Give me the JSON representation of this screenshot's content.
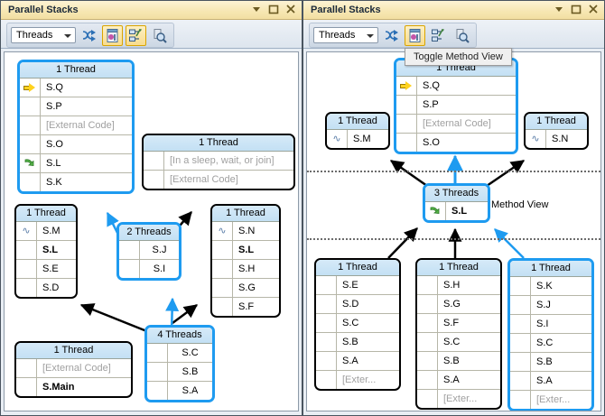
{
  "window_left": {
    "title": "Parallel Stacks",
    "title_buttons": [
      "dropdown-icon",
      "maximize-icon",
      "close-icon"
    ],
    "toolbar": {
      "combo_value": "Threads",
      "buttons": [
        {
          "name": "show-threads-in-source-icon",
          "active": false
        },
        {
          "name": "toggle-method-view-icon",
          "active": true
        },
        {
          "name": "auto-scroll-to-active-frame-icon",
          "active": true
        },
        {
          "name": "zoom-icon",
          "active": false
        }
      ]
    },
    "boxes": [
      {
        "header": "1 Thread",
        "rows": [
          {
            "icon": "yellow-arrow-icon",
            "text": "S.Q",
            "style": "normal"
          },
          {
            "icon": "",
            "text": "S.P",
            "style": "normal"
          },
          {
            "icon": "",
            "text": "[External Code]",
            "style": "external"
          },
          {
            "icon": "",
            "text": "S.O",
            "style": "normal"
          },
          {
            "icon": "green-arrow-icon",
            "text": "S.L",
            "style": "normal"
          },
          {
            "icon": "",
            "text": "S.K",
            "style": "normal"
          }
        ]
      },
      {
        "header": "1 Thread",
        "rows": [
          {
            "icon": "",
            "text": "[In a sleep, wait, or join]",
            "style": "external"
          },
          {
            "icon": "",
            "text": "[External Code]",
            "style": "external"
          }
        ]
      },
      {
        "header": "1 Thread",
        "rows": [
          {
            "icon": "wave-icon",
            "text": "S.M",
            "style": "normal"
          },
          {
            "icon": "",
            "text": "S.L",
            "style": "bold"
          },
          {
            "icon": "",
            "text": "S.E",
            "style": "normal"
          },
          {
            "icon": "",
            "text": "S.D",
            "style": "normal"
          }
        ]
      },
      {
        "header": "2 Threads",
        "rows": [
          {
            "icon": "",
            "text": "S.J",
            "style": "center"
          },
          {
            "icon": "",
            "text": "S.I",
            "style": "center"
          }
        ]
      },
      {
        "header": "1 Thread",
        "rows": [
          {
            "icon": "wave-icon",
            "text": "S.N",
            "style": "normal"
          },
          {
            "icon": "",
            "text": "S.L",
            "style": "bold"
          },
          {
            "icon": "",
            "text": "S.H",
            "style": "normal"
          },
          {
            "icon": "",
            "text": "S.G",
            "style": "normal"
          },
          {
            "icon": "",
            "text": "S.F",
            "style": "normal"
          }
        ]
      },
      {
        "header": "1 Thread",
        "rows": [
          {
            "icon": "",
            "text": "[External Code]",
            "style": "external"
          },
          {
            "icon": "",
            "text": "S.Main",
            "style": "bold"
          }
        ]
      },
      {
        "header": "4 Threads",
        "rows": [
          {
            "icon": "",
            "text": "S.C",
            "style": "center"
          },
          {
            "icon": "",
            "text": "S.B",
            "style": "center"
          },
          {
            "icon": "",
            "text": "S.A",
            "style": "center"
          }
        ]
      }
    ]
  },
  "window_right": {
    "title": "Parallel Stacks",
    "title_buttons": [
      "dropdown-icon",
      "maximize-icon",
      "close-icon"
    ],
    "toolbar": {
      "combo_value": "Threads",
      "buttons": [
        {
          "name": "show-threads-in-source-icon",
          "active": false
        },
        {
          "name": "toggle-method-view-icon",
          "active": true
        },
        {
          "name": "auto-scroll-to-active-frame-icon",
          "active": false
        },
        {
          "name": "zoom-icon",
          "active": false
        }
      ]
    },
    "tooltip": "Toggle Method View",
    "method_view_label": "Method View",
    "boxes": [
      {
        "header": "1 Thread",
        "rows": [
          {
            "icon": "yellow-arrow-icon",
            "text": "S.Q",
            "style": "normal"
          },
          {
            "icon": "",
            "text": "S.P",
            "style": "normal"
          },
          {
            "icon": "",
            "text": "[External Code]",
            "style": "external"
          },
          {
            "icon": "",
            "text": "S.O",
            "style": "normal"
          }
        ]
      },
      {
        "header": "1 Thread",
        "rows": [
          {
            "icon": "wave-icon",
            "text": "S.M",
            "style": "normal"
          }
        ]
      },
      {
        "header": "1 Thread",
        "rows": [
          {
            "icon": "wave-icon",
            "text": "S.N",
            "style": "normal"
          }
        ]
      },
      {
        "header": "3 Threads",
        "rows": [
          {
            "icon": "green-arrow-icon",
            "text": "S.L",
            "style": "bold"
          }
        ]
      },
      {
        "header": "1 Thread",
        "rows": [
          {
            "icon": "",
            "text": "S.E",
            "style": "normal"
          },
          {
            "icon": "",
            "text": "S.D",
            "style": "normal"
          },
          {
            "icon": "",
            "text": "S.C",
            "style": "normal"
          },
          {
            "icon": "",
            "text": "S.B",
            "style": "normal"
          },
          {
            "icon": "",
            "text": "S.A",
            "style": "normal"
          },
          {
            "icon": "",
            "text": "[Exter...",
            "style": "external"
          }
        ]
      },
      {
        "header": "1 Thread",
        "rows": [
          {
            "icon": "",
            "text": "S.H",
            "style": "normal"
          },
          {
            "icon": "",
            "text": "S.G",
            "style": "normal"
          },
          {
            "icon": "",
            "text": "S.F",
            "style": "normal"
          },
          {
            "icon": "",
            "text": "S.C",
            "style": "normal"
          },
          {
            "icon": "",
            "text": "S.B",
            "style": "normal"
          },
          {
            "icon": "",
            "text": "S.A",
            "style": "normal"
          },
          {
            "icon": "",
            "text": "[Exter...",
            "style": "external"
          }
        ]
      },
      {
        "header": "1 Thread",
        "rows": [
          {
            "icon": "",
            "text": "S.K",
            "style": "normal"
          },
          {
            "icon": "",
            "text": "S.J",
            "style": "normal"
          },
          {
            "icon": "",
            "text": "S.I",
            "style": "normal"
          },
          {
            "icon": "",
            "text": "S.C",
            "style": "normal"
          },
          {
            "icon": "",
            "text": "S.B",
            "style": "normal"
          },
          {
            "icon": "",
            "text": "S.A",
            "style": "normal"
          },
          {
            "icon": "",
            "text": "[Exter...",
            "style": "external"
          }
        ]
      }
    ]
  },
  "colors": {
    "highlight_blue": "#1e9bf0",
    "title_gold": "#f7e7b4",
    "header_blue": "#c3e0f4",
    "external_gray": "#a0a0a0"
  }
}
